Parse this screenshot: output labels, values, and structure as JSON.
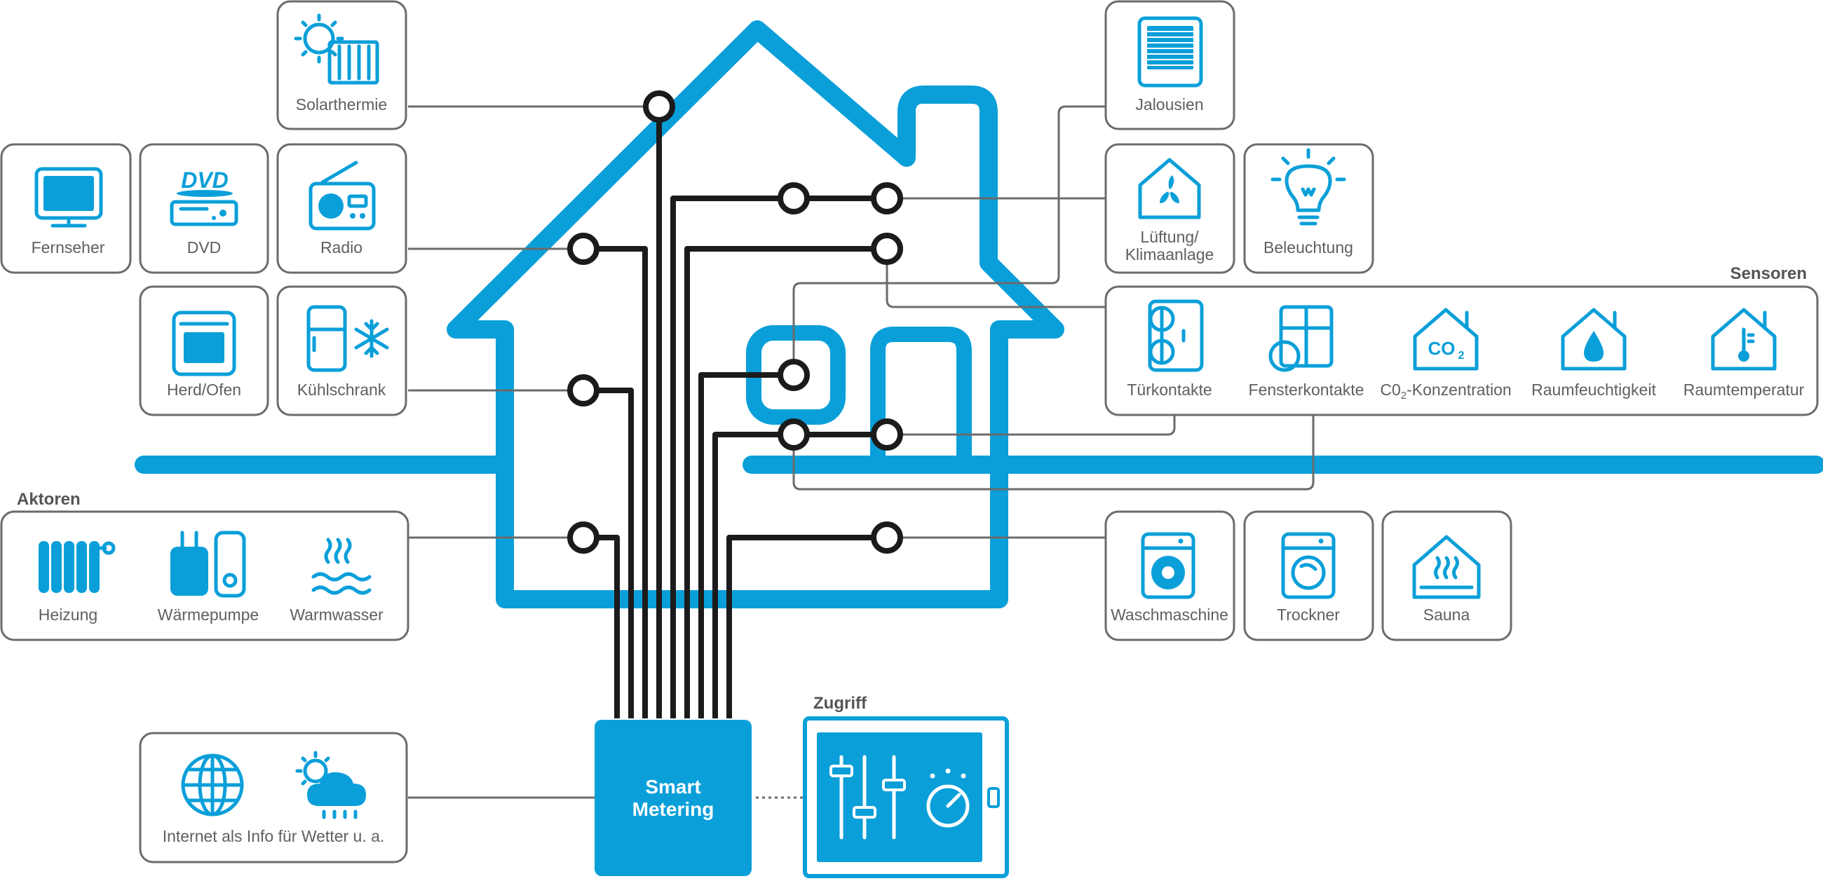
{
  "colors": {
    "accent": "#0a9fd9",
    "wire": "#1b1b1b",
    "frame": "#6b6b6b",
    "text": "#5f5f5f"
  },
  "groups": {
    "sensors": "Sensoren",
    "actuators": "Aktoren",
    "access": "Zugriff"
  },
  "hub": {
    "line1": "Smart",
    "line2": "Metering"
  },
  "devices": {
    "solarthermie": "Solarthermie",
    "fernseher": "Fernseher",
    "dvd": "DVD",
    "radio": "Radio",
    "herd": "Herd/Ofen",
    "kuehlschrank": "Kühlschrank",
    "jalousien": "Jalousien",
    "lueftung_1": "Lüftung/",
    "lueftung_2": "Klimaanlage",
    "beleuchtung": "Beleuchtung",
    "tuerkontakte": "Türkontakte",
    "fensterkontakte": "Fensterkontakte",
    "co2_prefix": "C0",
    "co2_sub": "2",
    "co2_suffix": "-Konzentration",
    "raumfeuchtigkeit": "Raumfeuchtigkeit",
    "raumtemperatur": "Raumtemperatur",
    "heizung": "Heizung",
    "waermepumpe": "Wärmepumpe",
    "warmwasser": "Warmwasser",
    "waschmaschine": "Waschmaschine",
    "trockner": "Trockner",
    "sauna": "Sauna",
    "internet": "Internet als Info für Wetter u. a."
  },
  "icons": {
    "dvd_logo": "DVD",
    "co2_logo": "CO",
    "co2_logo_sub": "2"
  }
}
